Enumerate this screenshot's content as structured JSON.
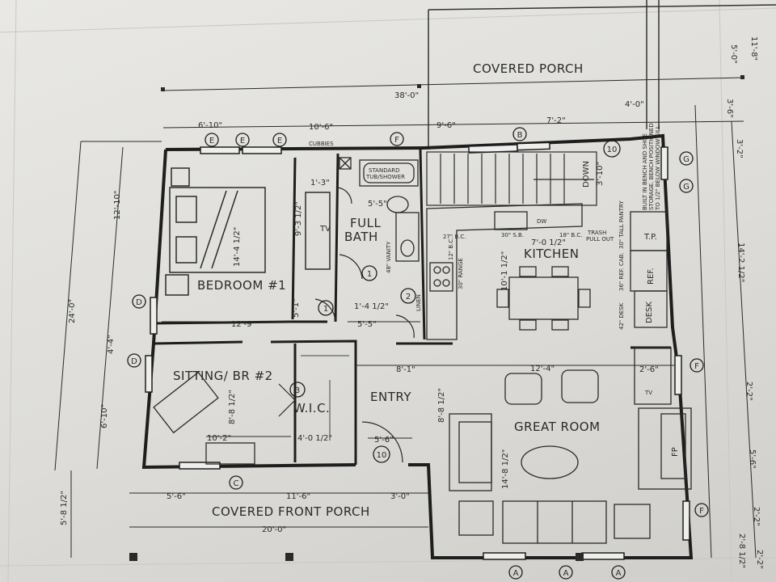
{
  "rooms": {
    "covered_porch": "COVERED PORCH",
    "bedroom1": "BEDROOM #1",
    "full": "FULL",
    "bath": "BATH",
    "kitchen": "KITCHEN",
    "sitting": "SITTING/ BR #2",
    "wic": "W.I.C.",
    "entry": "ENTRY",
    "great_room": "GREAT ROOM",
    "front_porch": "COVERED FRONT PORCH"
  },
  "labels": {
    "cubbies": "CUBBIES",
    "standard": "STANDARD",
    "tub_shower": "TUB/SHOWER",
    "vanity": "48\" VANITY",
    "linen": "LINEN",
    "tv": "TV",
    "dw": "DW",
    "trash": "TRASH",
    "pull_out": "PULL OUT",
    "down": "DOWN",
    "tp": "T.P.",
    "ref": "REF.",
    "desk": "DESK",
    "fp": "FP",
    "sb": "30\" S.B.",
    "bc18": "18\" B.C.",
    "bc27": "27\" B.C.",
    "bc12": "12\" B.C.",
    "range": "30\" RANGE",
    "tall_pantry": "30\" TALL PANTRY",
    "ref_cab": "36\" REF. CAB.",
    "desk42": "42\" DESK",
    "bench": "BUILT IN BENCH AND SHOE",
    "bench2": "STORAGE. BENCH POSITIONED",
    "bench3": "TO 1/2\" BELOW WINDOW SILL"
  },
  "dims": {
    "d38": "38'-0\"",
    "d6_10": "6'-10\"",
    "d10_6": "10'-6\"",
    "d9_6": "9'-6\"",
    "d7_2": "7'-2\"",
    "d4_0": "4'-0\"",
    "d5_0": "5'-0\"",
    "d11_8": "11'-8\"",
    "d3_6": "3'-6\"",
    "d3_2": "3'-2\"",
    "d12_10": "12'-10\"",
    "d24_0": "24'-0\"",
    "d4_4": "4'-4\"",
    "d6_10b": "6'-10\"",
    "d5_8h": "5'-8 1/2\"",
    "d1_3": "1'-3\"",
    "d5_5": "5'-5\"",
    "d9_3": "9'-3 1/2\"",
    "d14_4": "14'-4 1/2\"",
    "d5_1": "5'-1\"",
    "d1_4": "1'-4 1/2\"",
    "d5_5b": "5'-5\"",
    "d12_9": "12'-9\"",
    "d8_1": "8'-1\"",
    "d12_4": "12'-4\"",
    "d8_8": "8'-8 1/2\"",
    "d10_2": "10'-2\"",
    "d4_0h": "4'-0 1/2\"",
    "d5_6": "5'-6\"",
    "d8_8b": "8'-8 1/2\"",
    "d14_8": "14'-8 1/2\"",
    "d7_0": "7'-0 1/2\"",
    "d10_1": "10'-1 1/2\"",
    "d3_10": "3'-10\"",
    "d2_6": "2'-6\"",
    "d14_2": "14'-2 1/2\"",
    "d2_2": "2'-2\"",
    "d5_6b": "5'-6\"",
    "d2_2b": "2'-2\"",
    "d2_8": "2'-8 1/2\"",
    "d2_2c": "2'-2\"",
    "d5_6c": "5'-6\"",
    "d11_6": "11'-6\"",
    "d3_0": "3'-0\"",
    "d20_0": "20'-0\""
  },
  "tags": {
    "E": "E",
    "F": "F",
    "B": "B",
    "G": "G",
    "D": "D",
    "C": "C",
    "A": "A",
    "n1": "1",
    "n2": "2",
    "n3": "3",
    "n10": "10"
  }
}
